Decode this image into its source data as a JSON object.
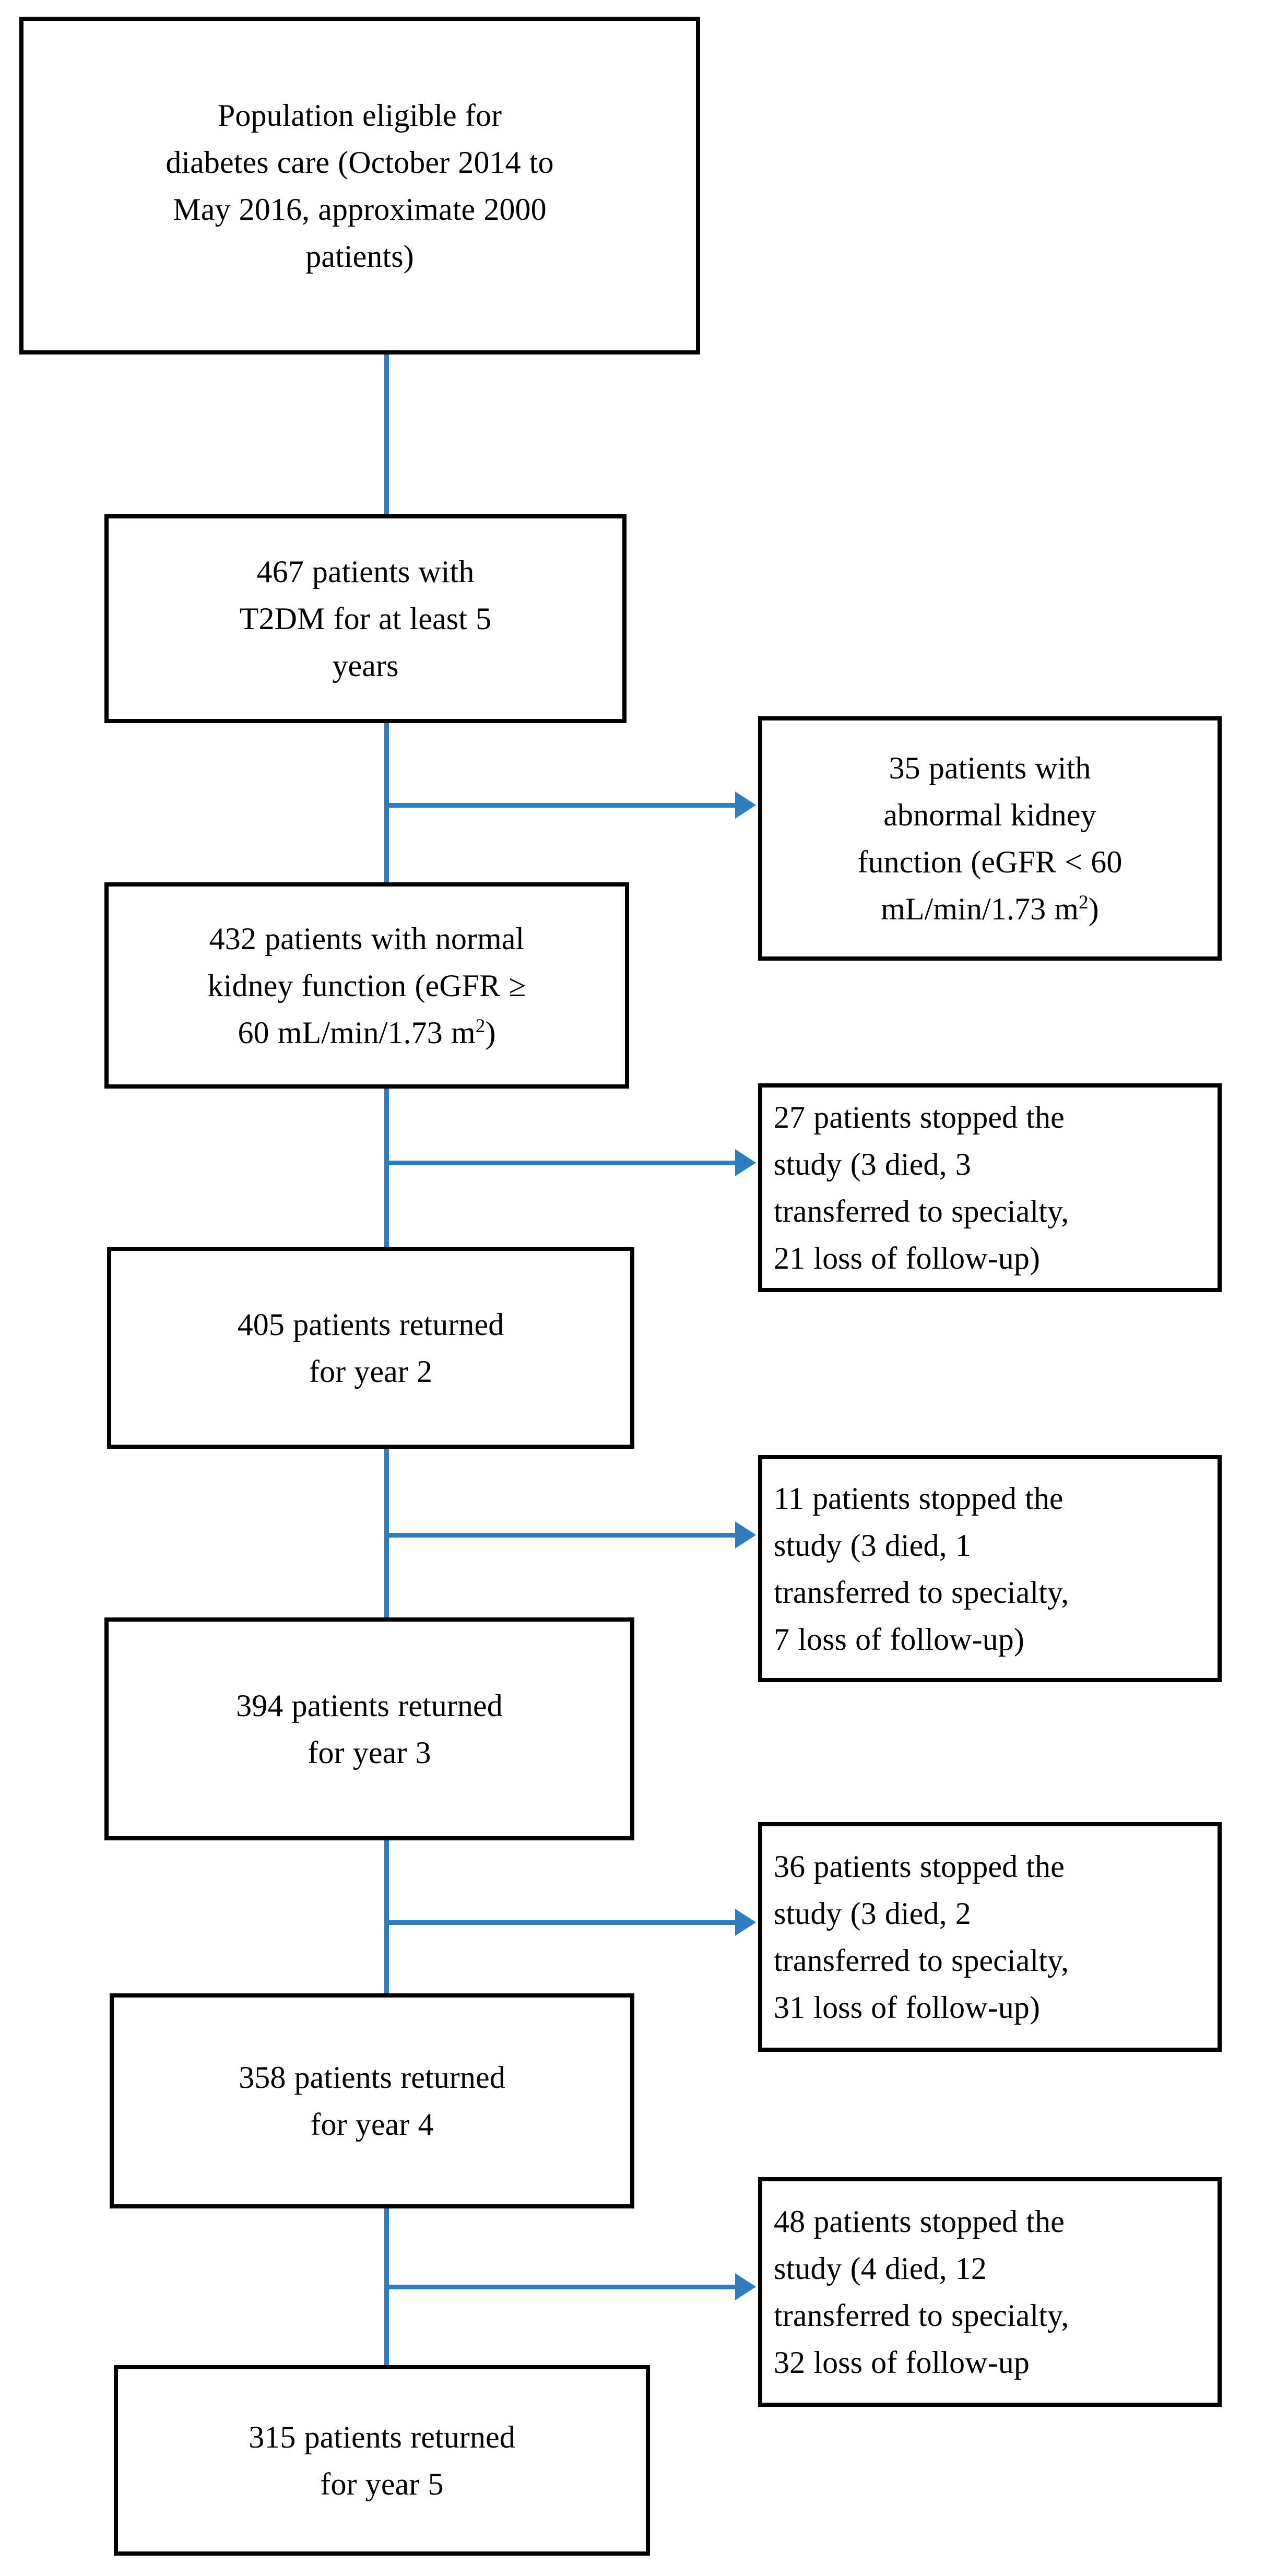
{
  "figure": {
    "type": "flowchart",
    "title": "Patient enrollment and follow-up flow diagram",
    "connector_color": "#2E7EBF",
    "box_border_color": "#000000",
    "background_color": "#FFFFFF"
  },
  "main_nodes": [
    {
      "id": "eligible-population",
      "count": 2000,
      "align": "center",
      "lines": [
        "Population eligible for",
        "diabetes care (October 2014 to",
        "May 2016, approximate 2000",
        "patients)"
      ],
      "text": "Population eligible for diabetes care (October 2014 to May 2016, approximate 2000 patients)"
    },
    {
      "id": "t2dm-5-years",
      "count": 467,
      "align": "center",
      "lines": [
        "467 patients with",
        "T2DM for at least 5",
        "years"
      ],
      "text": "467 patients with T2DM for at least 5 years"
    },
    {
      "id": "normal-kidney-function",
      "count": 432,
      "align": "center",
      "lines_html": [
        "432 patients with normal",
        "kidney function (eGFR ≥",
        "60 mL/min/1.73 m<sup>2</sup>)"
      ],
      "text": "432 patients with normal kidney function (eGFR ≥ 60 mL/min/1.73 m2)"
    },
    {
      "id": "returned-year-2",
      "count": 405,
      "align": "center",
      "lines": [
        "405 patients returned",
        "for year 2"
      ],
      "text": "405 patients returned for year 2"
    },
    {
      "id": "returned-year-3",
      "count": 394,
      "align": "center",
      "lines": [
        "394 patients returned",
        "for year 3"
      ],
      "text": "394 patients returned for year 3"
    },
    {
      "id": "returned-year-4",
      "count": 358,
      "align": "center",
      "lines": [
        "358 patients returned",
        "for year 4"
      ],
      "text": "358 patients returned for year 4"
    },
    {
      "id": "returned-year-5",
      "count": 315,
      "align": "center",
      "lines": [
        "315 patients returned",
        "for year 5"
      ],
      "text": "315 patients returned for year 5"
    }
  ],
  "exclusion_nodes": [
    {
      "id": "abnormal-kidney-function",
      "count": 35,
      "align": "center",
      "lines_html": [
        "35 patients with",
        "abnormal kidney",
        "function (eGFR &lt; 60",
        "mL/min/1.73 m<sup>2</sup>)"
      ],
      "text": "35 patients with abnormal kidney function (eGFR < 60 mL/min/1.73 m2)"
    },
    {
      "id": "stopped-after-year-1",
      "count": 27,
      "align": "left",
      "died": 3,
      "transferred_to_specialty": 3,
      "loss_of_follow_up": 21,
      "lines": [
        "27 patients stopped the",
        "study (3 died, 3",
        "transferred to specialty,",
        "21 loss of follow-up)"
      ],
      "text": "27 patients stopped the study (3 died, 3 transferred to specialty, 21 loss of follow-up)"
    },
    {
      "id": "stopped-after-year-2",
      "count": 11,
      "align": "left",
      "died": 3,
      "transferred_to_specialty": 1,
      "loss_of_follow_up": 7,
      "lines": [
        "11 patients stopped the",
        "study (3 died, 1",
        "transferred to specialty,",
        "7 loss of follow-up)"
      ],
      "text": "11 patients stopped the study (3 died, 1 transferred to specialty, 7 loss of follow-up)"
    },
    {
      "id": "stopped-after-year-3",
      "count": 36,
      "align": "left",
      "died": 3,
      "transferred_to_specialty": 2,
      "loss_of_follow_up": 31,
      "lines": [
        "36 patients stopped the",
        "study (3 died, 2",
        "transferred to specialty,",
        "31 loss of follow-up)"
      ],
      "text": "36 patients stopped the study (3 died, 2 transferred to specialty, 31 loss of follow-up)"
    },
    {
      "id": "stopped-after-year-4",
      "count": 48,
      "align": "left",
      "died": 4,
      "transferred_to_specialty": 12,
      "loss_of_follow_up": 32,
      "lines": [
        "48 patients stopped the",
        "study (4 died, 12",
        "transferred to specialty,",
        "32 loss of follow-up"
      ],
      "text": "48 patients stopped the study (4 died, 12 transferred to specialty, 32 loss of follow-up"
    }
  ]
}
